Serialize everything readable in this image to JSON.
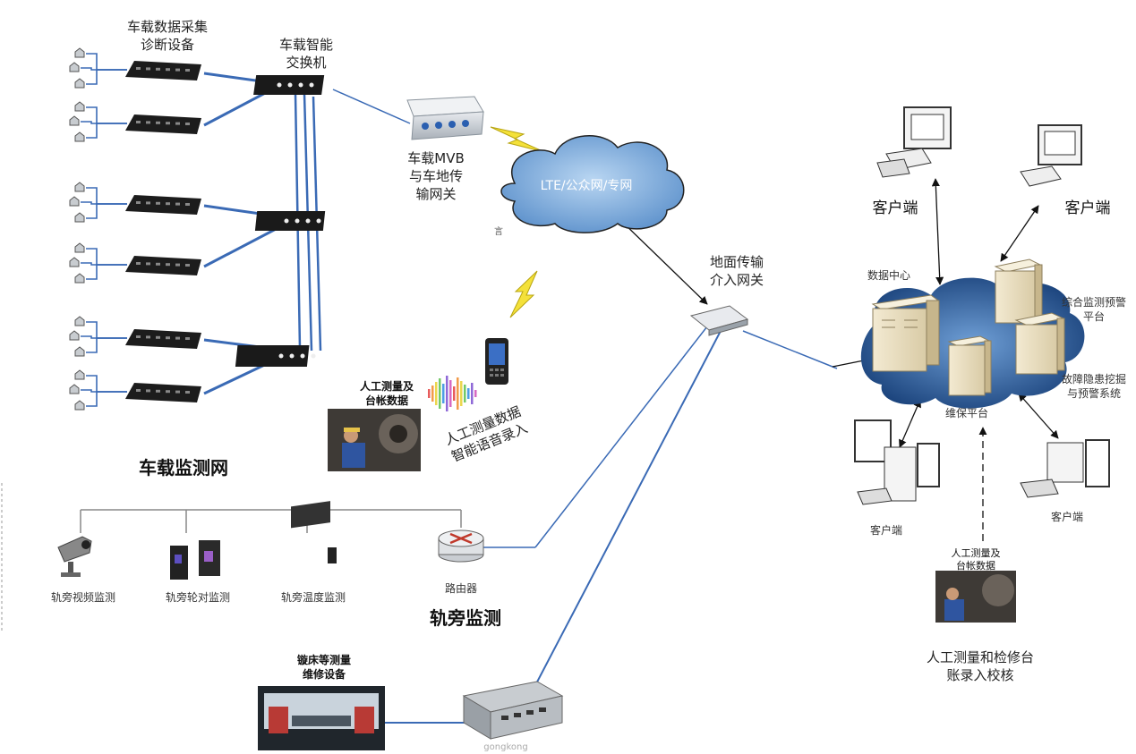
{
  "labels": {
    "collector": [
      "车载数据采集",
      "诊断设备"
    ],
    "switch": [
      "车载智能",
      "交换机"
    ],
    "mvb": [
      "车载MVB",
      "与车地传",
      "输网关"
    ],
    "cloud": "LTE/公众网/专网",
    "cloud_mark": "言",
    "ground": [
      "地面传输",
      "介入网关"
    ],
    "manual_top": [
      "人工测量及",
      "台帐数据"
    ],
    "voice": [
      "人工测量数据",
      "智能语音录入"
    ],
    "vehicle_net": "车载监测网",
    "client": "客户端",
    "data_center": "数据中心",
    "monitor": [
      "综合监测预警",
      "平台"
    ],
    "fault": [
      "故障隐患挖掘",
      "与预警系统"
    ],
    "maint": "维保平台",
    "manual_right": [
      "人工测量及",
      "台帐数据"
    ],
    "verify": [
      "人工测量和检修台",
      "账录入校核"
    ],
    "track_video": "轨旁视频监测",
    "track_wheel": "轨旁轮对监测",
    "track_temp": "轨旁温度监测",
    "router": "路由器",
    "trackside": "轨旁监测",
    "lathe": [
      "镟床等测量",
      "维修设备"
    ],
    "watermark": "gongkong"
  },
  "colors": {
    "link": "#3a6ab5",
    "cloud_dark": "#1f4e8a",
    "cloud_light": "#7fb0e0"
  },
  "icons": [
    "collector-device-icon",
    "switch-icon",
    "gateway-icon",
    "cloud-icon",
    "lightning-icon",
    "handheld-icon",
    "server-icon",
    "client-pc-icon",
    "camera-icon",
    "router-icon",
    "industrial-pc-icon"
  ]
}
